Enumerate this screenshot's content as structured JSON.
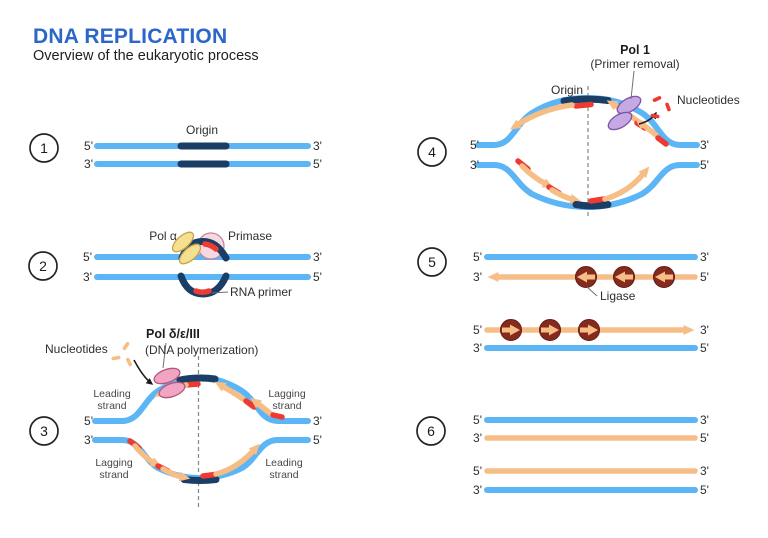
{
  "title": "DNA REPLICATION",
  "subtitle": "Overview of the eukaryotic process",
  "colors": {
    "title_blue": "#2B67C8",
    "parental_strand_blue": "#5CB5F5",
    "origin_navy": "#1B3E66",
    "new_strand_orange": "#F7BD86",
    "rna_primer_red": "#ED3B31",
    "pol_alpha_yellow": "#F4E08E",
    "primase_pink": "#F6D8E1",
    "pol_delta_pink": "#F1A5C2",
    "pol1_purple": "#C6A9E2",
    "ligase_maroon": "#872A1E"
  },
  "steps": [
    {
      "number": "1",
      "labels": {
        "origin": "Origin"
      },
      "ends": {
        "top_left": "5'",
        "top_right": "3'",
        "bottom_left": "3'",
        "bottom_right": "5'"
      }
    },
    {
      "number": "2",
      "labels": {
        "pol_alpha": "Pol α",
        "primase": "Primase",
        "rna_primer": "RNA primer"
      },
      "ends": {
        "top_left": "5'",
        "top_right": "3'",
        "bottom_left": "3'",
        "bottom_right": "5'"
      }
    },
    {
      "number": "3",
      "labels": {
        "enzyme": "Pol δ/ε/III",
        "enzyme_sub": "(DNA polymerization)",
        "nucleotides": "Nucleotides",
        "leading_top": [
          "Leading",
          "strand"
        ],
        "lagging_top": [
          "Lagging",
          "strand"
        ],
        "lagging_bottom": [
          "Lagging",
          "strand"
        ],
        "leading_bottom": [
          "Leading",
          "strand"
        ]
      },
      "ends": {
        "top_left": "5'",
        "top_right": "3'",
        "bottom_left": "3'",
        "bottom_right": "5'"
      }
    },
    {
      "number": "4",
      "labels": {
        "enzyme": "Pol 1",
        "enzyme_sub": "(Primer removal)",
        "origin": "Origin",
        "nucleotides": "Nucleotides"
      },
      "ends": {
        "top_left": "5'",
        "top_right": "3'",
        "bottom_left": "3'",
        "bottom_right": "5'"
      }
    },
    {
      "number": "5",
      "labels": {
        "ligase": "Ligase"
      },
      "duplex_a": {
        "top_left": "5'",
        "top_right": "3'",
        "bottom_left": "3'",
        "bottom_right": "5'"
      },
      "duplex_b": {
        "top_left": "5'",
        "top_right": "3'",
        "bottom_left": "3'",
        "bottom_right": "5'"
      }
    },
    {
      "number": "6",
      "duplex_a": {
        "top_left": "5'",
        "top_right": "3'",
        "bottom_left": "3'",
        "bottom_right": "5'"
      },
      "duplex_b": {
        "top_left": "5'",
        "top_right": "3'",
        "bottom_left": "3'",
        "bottom_right": "5'"
      }
    }
  ]
}
